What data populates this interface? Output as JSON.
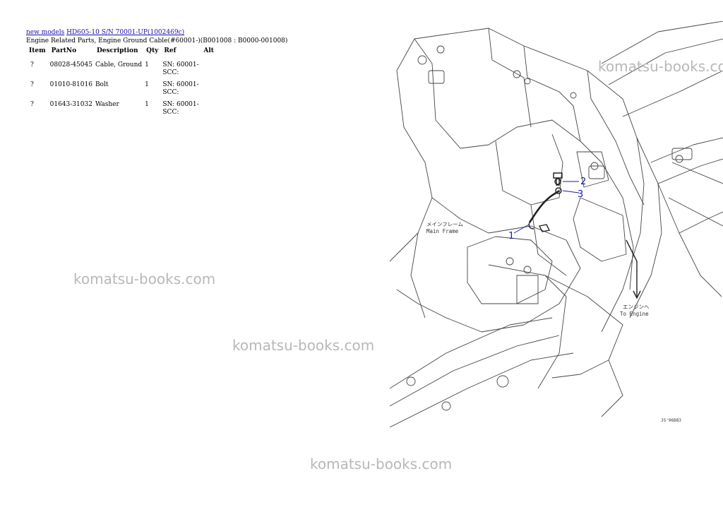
{
  "breadcrumb": {
    "link1": "new models",
    "link2": "HD605-10 S/N 70001-UP(1002469c)"
  },
  "subtitle": "Engine Related Parts, Engine Ground Cable(#60001-)(B001008 : B0000-001008)",
  "table": {
    "headers": [
      "Item",
      "PartNo",
      "Description",
      "Qty",
      "Ref",
      "Alt"
    ],
    "rows": [
      {
        "item": "?",
        "partno": "08028-45045",
        "description": "Cable, Ground",
        "qty": "1",
        "ref": "SN: 60001-SCC:",
        "alt": ""
      },
      {
        "item": "?",
        "partno": "01010-81016",
        "description": "Bolt",
        "qty": "1",
        "ref": "SN: 60001-SCC:",
        "alt": ""
      },
      {
        "item": "?",
        "partno": "01643-31032",
        "description": "Washer",
        "qty": "1",
        "ref": "SN: 60001-SCC:",
        "alt": ""
      }
    ]
  },
  "watermark": "komatsu-books.com",
  "diagram": {
    "callouts": [
      "1",
      "2",
      "3"
    ],
    "main_frame_jp": "メインフレーム",
    "main_frame_en": "Main Frame",
    "to_engine_jp": "エンジンへ",
    "to_engine_en": "To Engine",
    "figure_code": "JS'96883",
    "callout_color": "#1a1ab0"
  }
}
